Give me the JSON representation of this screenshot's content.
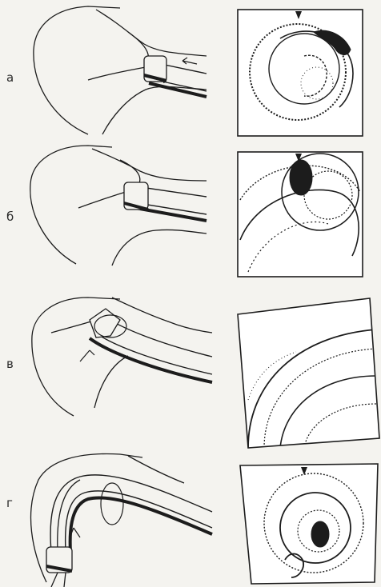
{
  "panels": [
    {
      "label": "а"
    },
    {
      "label": "б"
    },
    {
      "label": "в"
    },
    {
      "label": "г"
    }
  ],
  "colors": {
    "ink": "#1c1c1c",
    "paper": "#f4f3ef",
    "frame_fill": "#ffffff"
  }
}
